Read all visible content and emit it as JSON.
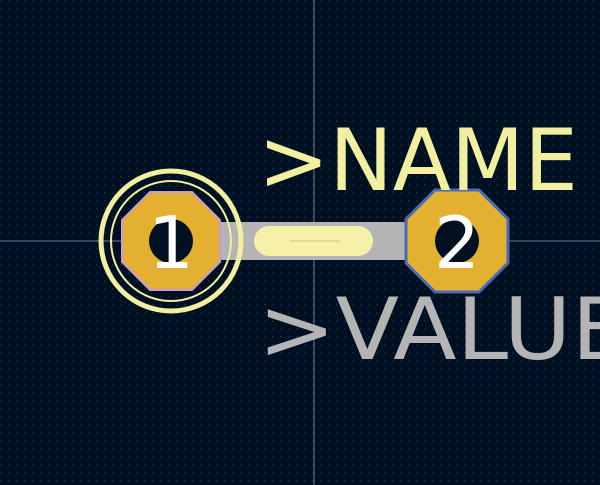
{
  "canvas": {
    "background": "#001023",
    "grid_color": "#2a3a52",
    "crosshair_color": "#8a98ad"
  },
  "colors": {
    "silkscreen": "#f2f0a0",
    "fab": "#b4b4b4",
    "pad_copper": "#e3b02f",
    "pad_outline": "#4a6ab8",
    "courtyard": "#c89ad8",
    "pad_number_text": "#ffffff",
    "track_highlight": "#f6f0a8"
  },
  "labels": {
    "name": ">NAME",
    "value": ">VALUE"
  },
  "pads": {
    "pad1_number": "1",
    "pad2_number": "2"
  },
  "icons": {
    "origin_marker": "crosshair-icon"
  }
}
